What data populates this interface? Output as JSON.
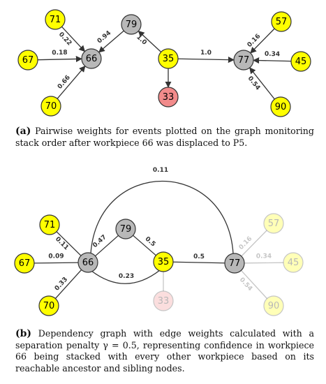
{
  "colors": {
    "yellow": "#ffff00",
    "gray": "#b8b8b8",
    "red": "#f28b8b",
    "stroke": "#333333"
  },
  "graph_a": {
    "nodes": [
      {
        "id": "71",
        "fill": "yellow"
      },
      {
        "id": "67",
        "fill": "yellow"
      },
      {
        "id": "70",
        "fill": "yellow"
      },
      {
        "id": "66",
        "fill": "gray"
      },
      {
        "id": "79",
        "fill": "gray"
      },
      {
        "id": "35",
        "fill": "yellow"
      },
      {
        "id": "33",
        "fill": "red"
      },
      {
        "id": "77",
        "fill": "gray"
      },
      {
        "id": "57",
        "fill": "yellow"
      },
      {
        "id": "45",
        "fill": "yellow"
      },
      {
        "id": "90",
        "fill": "yellow"
      }
    ],
    "edges": [
      {
        "from": "71",
        "to": "66",
        "weight": "0.22"
      },
      {
        "from": "67",
        "to": "66",
        "weight": "0.18"
      },
      {
        "from": "70",
        "to": "66",
        "weight": "0.66"
      },
      {
        "from": "79",
        "to": "66",
        "weight": "0.94"
      },
      {
        "from": "35",
        "to": "79",
        "weight": "1.0"
      },
      {
        "from": "35",
        "to": "77",
        "weight": "1.0"
      },
      {
        "from": "35",
        "to": "33",
        "weight": ""
      },
      {
        "from": "57",
        "to": "77",
        "weight": "0.16"
      },
      {
        "from": "45",
        "to": "77",
        "weight": "0.34"
      },
      {
        "from": "90",
        "to": "77",
        "weight": "0.54"
      }
    ]
  },
  "graph_b": {
    "nodes": [
      {
        "id": "71",
        "fill": "yellow"
      },
      {
        "id": "67",
        "fill": "yellow"
      },
      {
        "id": "70",
        "fill": "yellow"
      },
      {
        "id": "66",
        "fill": "gray"
      },
      {
        "id": "79",
        "fill": "gray"
      },
      {
        "id": "35",
        "fill": "yellow"
      },
      {
        "id": "33",
        "fill": "red",
        "faded": true
      },
      {
        "id": "77",
        "fill": "gray"
      },
      {
        "id": "57",
        "fill": "yellow",
        "faded": true
      },
      {
        "id": "45",
        "fill": "yellow",
        "faded": true
      },
      {
        "id": "90",
        "fill": "yellow",
        "faded": true
      }
    ],
    "edges": [
      {
        "from": "71",
        "to": "66",
        "weight": "0.11"
      },
      {
        "from": "67",
        "to": "66",
        "weight": "0.09"
      },
      {
        "from": "70",
        "to": "66",
        "weight": "0.33"
      },
      {
        "from": "66",
        "to": "79",
        "weight": "0.47"
      },
      {
        "from": "79",
        "to": "35",
        "weight": "0.5"
      },
      {
        "from": "66",
        "to": "35",
        "weight": "0.23"
      },
      {
        "from": "35",
        "to": "77",
        "weight": "0.5"
      },
      {
        "from": "66",
        "to": "77",
        "weight": "0.11"
      },
      {
        "from": "57",
        "to": "77",
        "weight": "0.16",
        "faded": true
      },
      {
        "from": "45",
        "to": "77",
        "weight": "0.34",
        "faded": true
      },
      {
        "from": "90",
        "to": "77",
        "weight": "0.54",
        "faded": true
      },
      {
        "from": "35",
        "to": "33",
        "weight": "",
        "faded": true
      }
    ]
  },
  "caption_a": {
    "tag": "(a)",
    "text": "Pairwise weights for events plotted on the graph monitoring stack order after workpiece 66 was displaced to P5."
  },
  "caption_b": {
    "tag": "(b)",
    "text": "Dependency graph with edge weights calculated with a separation penalty γ = 0.5, representing confidence in workpiece 66 being stacked with every other workpiece based on its reachable ancestor and sibling nodes."
  }
}
